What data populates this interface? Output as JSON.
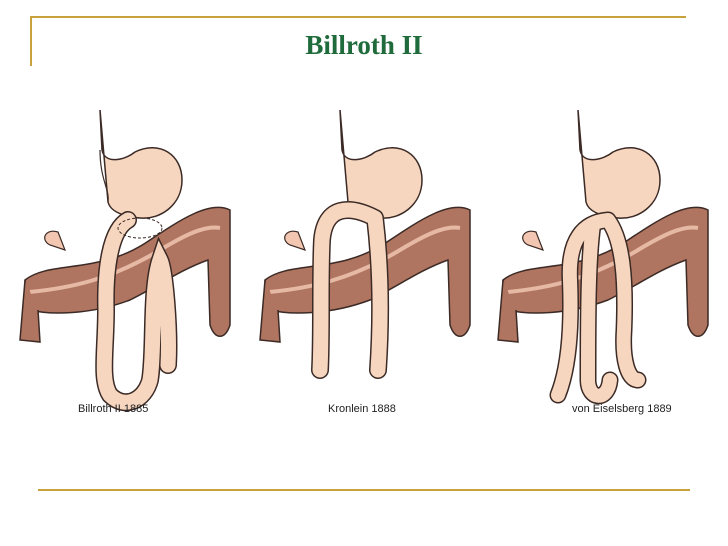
{
  "title": "Billroth II",
  "colors": {
    "rule": "#c8a23a",
    "title": "#1f6b3b",
    "colon": "#b07560",
    "colonDark": "#6a3e31",
    "stomach": "#f7d6c0",
    "outline": "#3b2a25"
  },
  "panels": [
    {
      "caption": "Billroth II 1885"
    },
    {
      "caption": "Kronlein 1888"
    },
    {
      "caption": "von Eiselsberg 1889"
    }
  ]
}
